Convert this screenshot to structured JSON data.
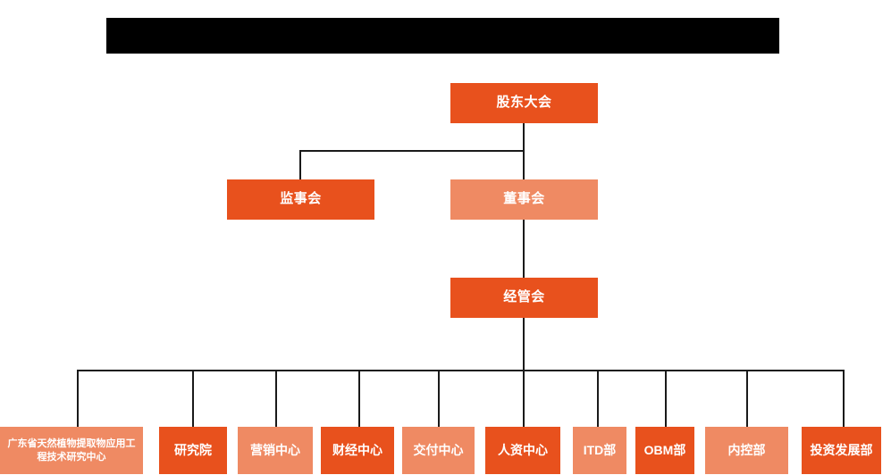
{
  "page": {
    "title": "组织架构图",
    "background_color": "#ffffff",
    "line_color": "#1a1a1a"
  },
  "colors": {
    "dark_orange": "#e8511d",
    "light_orange": "#ef8a63",
    "redaction_black": "#000000",
    "node_text": "#ffffff"
  },
  "title_bar": {
    "label": "",
    "state": "redacted"
  },
  "chart_data": {
    "type": "diagram",
    "title": "组织架构图",
    "nodes": [
      {
        "id": "shareholders",
        "label": "股东大会",
        "level": 0,
        "fill": "dark"
      },
      {
        "id": "supervisory",
        "label": "监事会",
        "level": 1,
        "fill": "dark"
      },
      {
        "id": "board",
        "label": "董事会",
        "level": 1,
        "fill": "light"
      },
      {
        "id": "management",
        "label": "经管会",
        "level": 2,
        "fill": "dark"
      }
    ],
    "departments": [
      {
        "id": "dept-0",
        "label": "广东省天然植物提取物应用工程技术研究中心",
        "fill": "light"
      },
      {
        "id": "dept-1",
        "label": "研究院",
        "fill": "dark"
      },
      {
        "id": "dept-2",
        "label": "营销中心",
        "fill": "light"
      },
      {
        "id": "dept-3",
        "label": "财经中心",
        "fill": "dark"
      },
      {
        "id": "dept-4",
        "label": "交付中心",
        "fill": "light"
      },
      {
        "id": "dept-5",
        "label": "人资中心",
        "fill": "dark"
      },
      {
        "id": "dept-6",
        "label": "ITD部",
        "fill": "light"
      },
      {
        "id": "dept-7",
        "label": "OBM部",
        "fill": "dark"
      },
      {
        "id": "dept-8",
        "label": "内控部",
        "fill": "light"
      },
      {
        "id": "dept-9",
        "label": "投资发展部",
        "fill": "dark"
      }
    ],
    "edges": [
      {
        "from": "shareholders",
        "to": "supervisory"
      },
      {
        "from": "shareholders",
        "to": "board"
      },
      {
        "from": "board",
        "to": "management"
      },
      {
        "from": "management",
        "to": "dept-0"
      },
      {
        "from": "management",
        "to": "dept-1"
      },
      {
        "from": "management",
        "to": "dept-2"
      },
      {
        "from": "management",
        "to": "dept-3"
      },
      {
        "from": "management",
        "to": "dept-4"
      },
      {
        "from": "management",
        "to": "dept-5"
      },
      {
        "from": "management",
        "to": "dept-6"
      },
      {
        "from": "management",
        "to": "dept-7"
      },
      {
        "from": "management",
        "to": "dept-8"
      },
      {
        "from": "management",
        "to": "dept-9"
      }
    ]
  }
}
